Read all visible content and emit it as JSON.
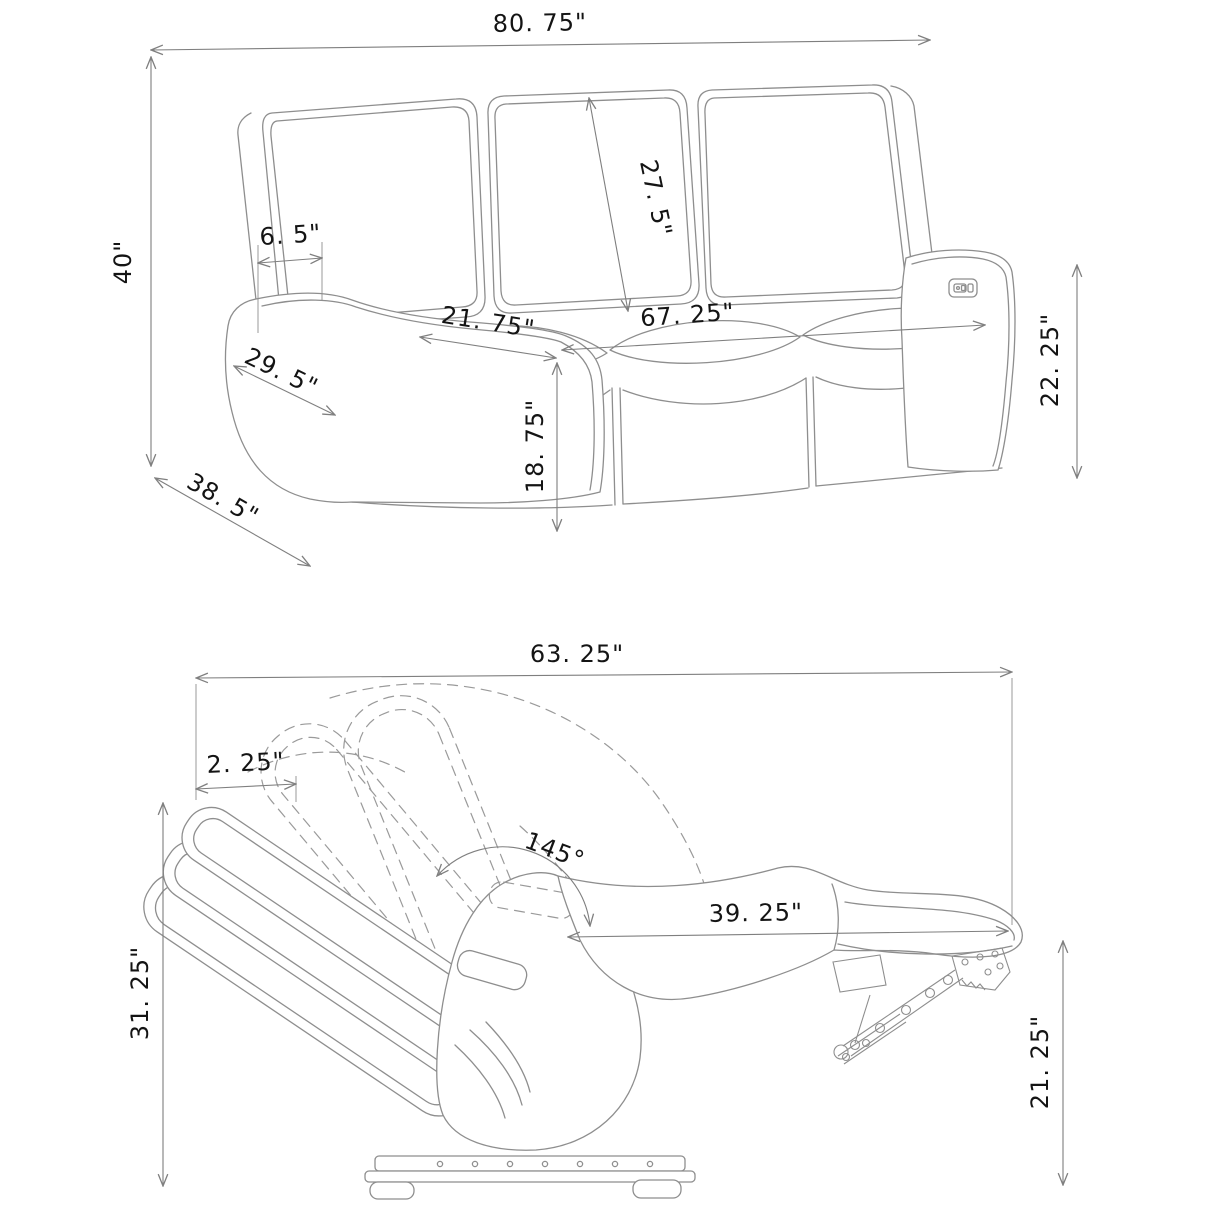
{
  "colors": {
    "background": "#ffffff",
    "furniture_line": "#8e8e8e",
    "dimension_line": "#7f7f7f",
    "label_text": "#141414"
  },
  "sofa_front_view": {
    "dim_overall_width": "80. 75\"",
    "dim_overall_height": "40\"",
    "dim_depth": "38. 5\"",
    "dim_arm_top_width": "6. 5\"",
    "dim_arm_front_diagonal": "29. 5\"",
    "dim_back_cushion": "27. 5\"",
    "dim_seat_cushion_width": "21. 75\"",
    "dim_inner_width": "67. 25\"",
    "dim_seat_height": "18. 75\"",
    "dim_arm_height": "22. 25\""
  },
  "recliner_side_view": {
    "dim_reclined_length": "63. 25\"",
    "dim_headrest_extension": "2. 25\"",
    "dim_recline_angle": "145°",
    "dim_seat_to_footrest_length": "39. 25\"",
    "dim_back_height": "31. 25\"",
    "dim_footrest_clearance_height": "21. 25\""
  }
}
